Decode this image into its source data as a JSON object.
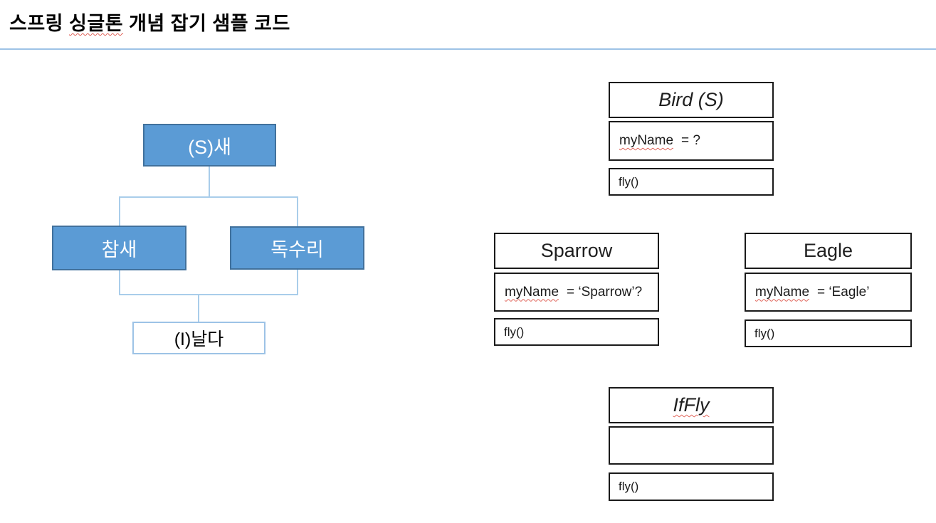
{
  "heading": {
    "prefix": "스프링 ",
    "misspelled": "싱글톤",
    "suffix": " 개념 잡기 샘플 코드"
  },
  "tree": {
    "root_label": "(S)새",
    "child_left_label": "참새",
    "child_right_label": "독수리",
    "interface_label": "(I)날다"
  },
  "uml": {
    "bird": {
      "title": "Bird (S)",
      "attr_name": "myName",
      "attr_value": "= ?",
      "method": "fly()"
    },
    "sparrow": {
      "title": "Sparrow",
      "attr_name": "myName",
      "attr_value": "= ‘Sparrow’?",
      "method": "fly()"
    },
    "eagle": {
      "title": "Eagle",
      "attr_name": "myName",
      "attr_value": "= ‘Eagle’",
      "method": "fly()"
    },
    "iffly": {
      "title": "IfFly",
      "method": "fly()"
    }
  },
  "colors": {
    "node_fill": "#5b9bd5",
    "node_border": "#41719c",
    "connector_line": "#a9cdea",
    "interface_border": "#9dc3e6",
    "divider_line": "#9dc3e6",
    "uml_box_border": "#1a1a1a",
    "spellcheck_underline": "#e0645a",
    "node_text": "#ffffff",
    "text": "#000000"
  }
}
